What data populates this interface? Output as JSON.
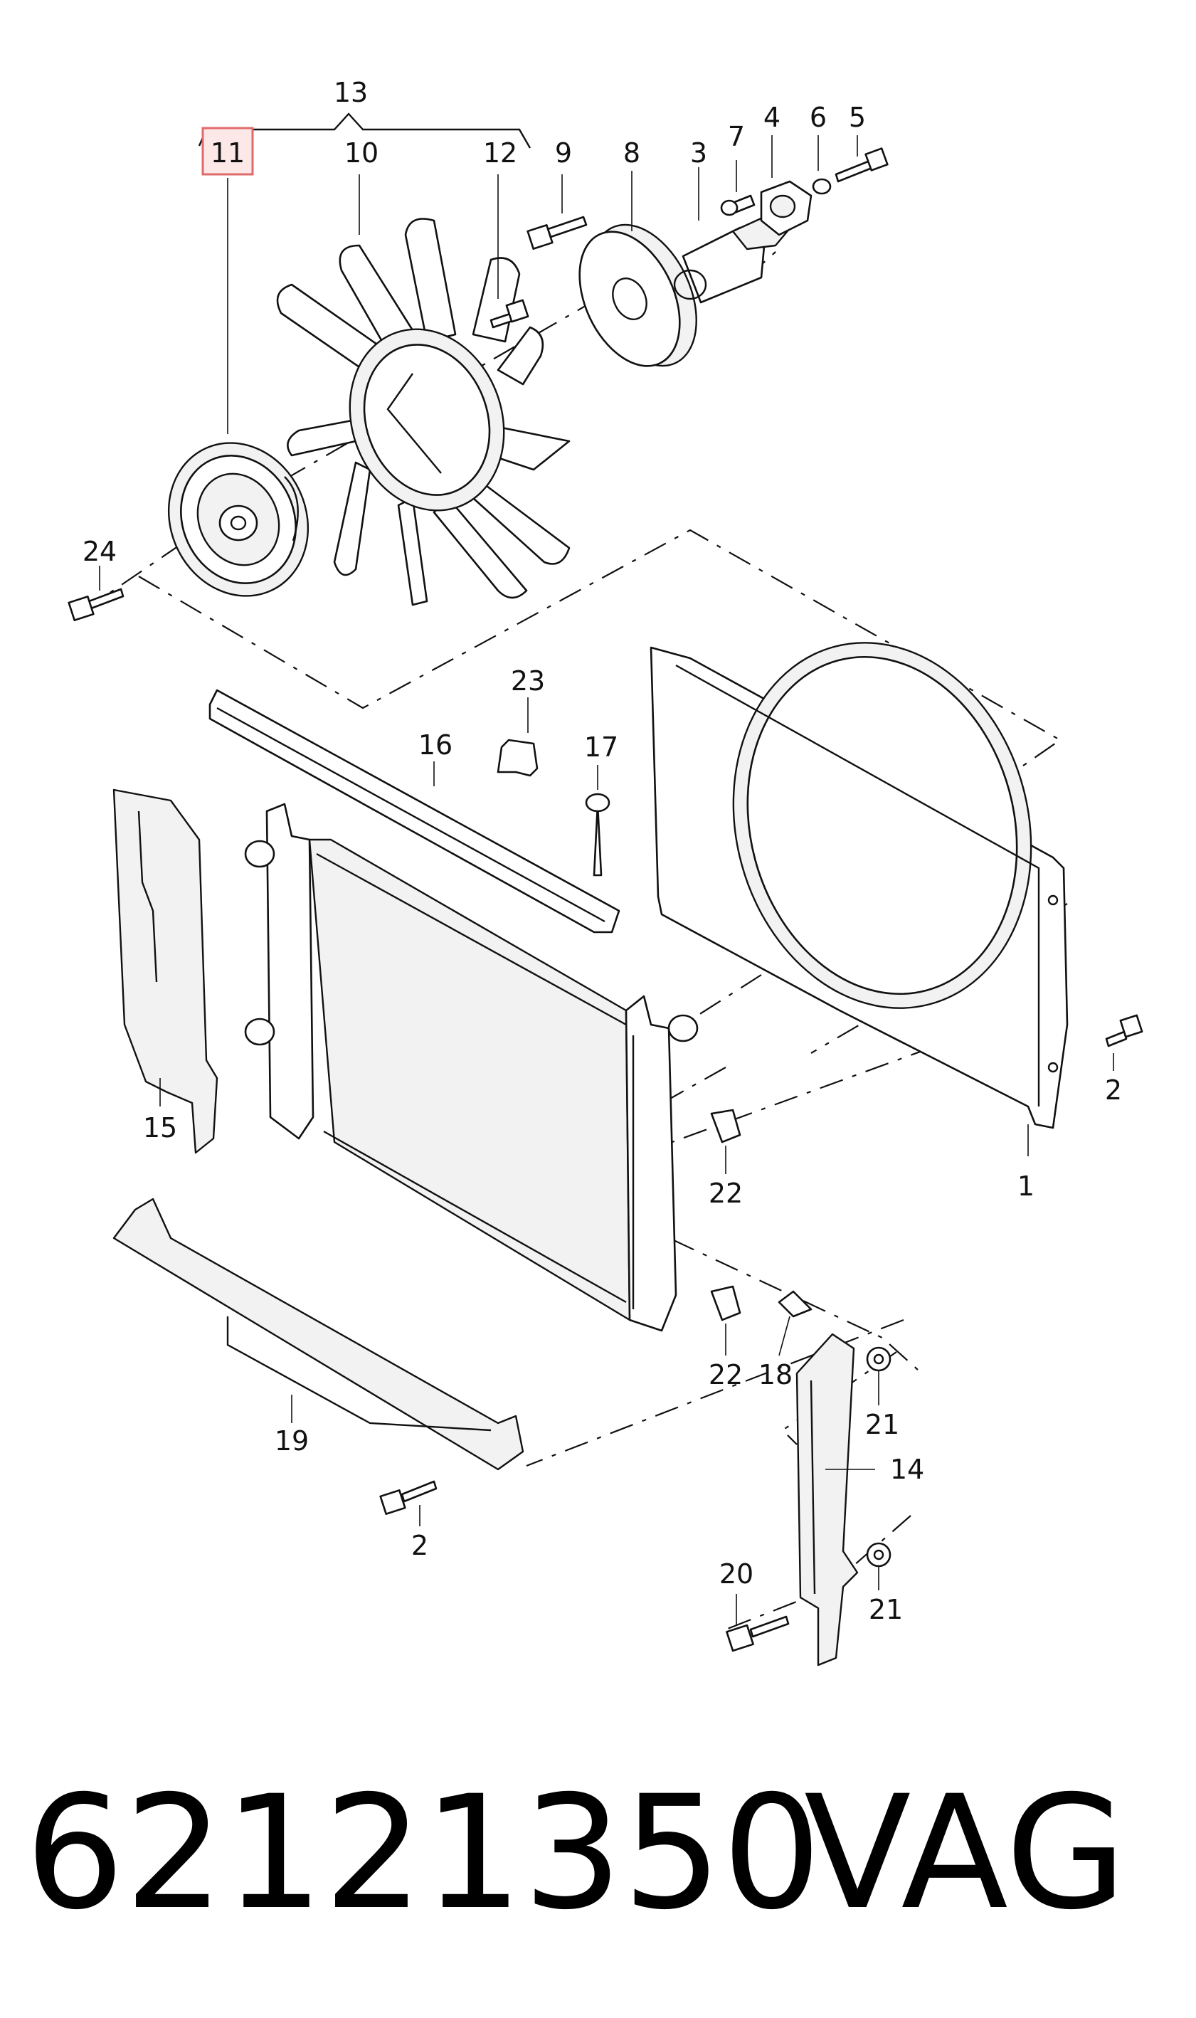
{
  "callouts": {
    "c1": "1",
    "c2a": "2",
    "c2b": "2",
    "c3": "3",
    "c4": "4",
    "c5": "5",
    "c6": "6",
    "c7": "7",
    "c8": "8",
    "c9": "9",
    "c10": "10",
    "c11": "11",
    "c12": "12",
    "c13": "13",
    "c14": "14",
    "c15": "15",
    "c16": "16",
    "c17": "17",
    "c18": "18",
    "c19": "19",
    "c20": "20",
    "c21a": "21",
    "c21b": "21",
    "c22a": "22",
    "c22b": "22",
    "c23": "23",
    "c24": "24"
  },
  "highlighted_callout": "11",
  "part_number": "62121350",
  "brand": "VAG",
  "colors": {
    "highlight_fill": "#fde8e8",
    "highlight_border": "#e06a6a",
    "ink": "#111111"
  }
}
